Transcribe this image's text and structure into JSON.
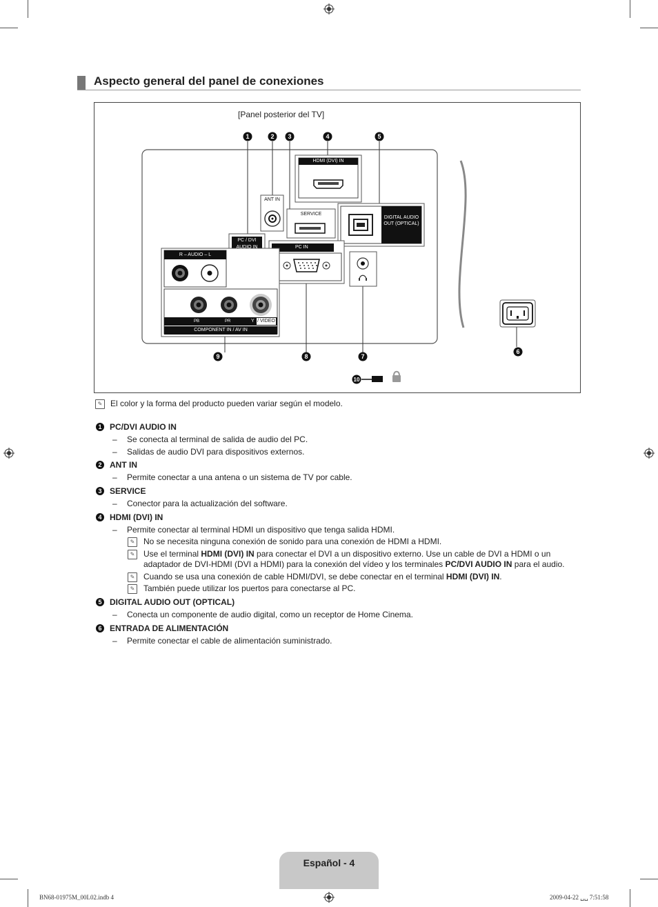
{
  "section_title": "Aspecto general del panel de conexiones",
  "diagram": {
    "caption": "[Panel posterior del TV]",
    "callouts": [
      "1",
      "2",
      "3",
      "4",
      "5",
      "6",
      "7",
      "8",
      "9",
      "10"
    ],
    "labels": {
      "hdmi": "HDMI (DVI)  IN",
      "ant": "ANT IN",
      "service": "SERVICE",
      "digital": "DIGITAL AUDIO OUT (OPTICAL)",
      "pcdvi_1": "PC / DVI",
      "pcdvi_2": "AUDIO IN",
      "pcin": "PC IN",
      "audio": "R – AUDIO – L",
      "component": "COMPONENT IN / AV IN",
      "pb": "PB",
      "pr": "PR",
      "y": "Y",
      "video": "/ VIDEO"
    }
  },
  "note_main": "El color y la forma del producto pueden variar según el modelo.",
  "items": [
    {
      "num": "1",
      "title": "PC/DVI AUDIO IN"
    },
    {
      "num": "2",
      "title": "ANT IN"
    },
    {
      "num": "3",
      "title": "SERVICE"
    },
    {
      "num": "4",
      "title": "HDMI (DVI) IN"
    },
    {
      "num": "5",
      "title": "DIGITAL AUDIO OUT (OPTICAL)"
    },
    {
      "num": "6",
      "title": "ENTRADA DE ALIMENTACIÓN"
    }
  ],
  "lines": {
    "i1_a": "Se conecta al terminal de salida de audio del PC.",
    "i1_b": "Salidas de audio DVI para dispositivos externos.",
    "i2_a": "Permite conectar a una antena o un sistema de TV por cable.",
    "i3_a": "Conector para la actualización del software.",
    "i4_a": "Permite conectar al terminal HDMI un dispositivo que tenga salida HDMI.",
    "i4_n1": "No se necesita ninguna conexión de sonido para una conexión de HDMI a HDMI.",
    "i4_n2_pre": "Use el terminal ",
    "i4_n2_b1": "HDMI (DVI) IN",
    "i4_n2_mid": " para conectar el DVI a un dispositivo externo. Use un cable de DVI a HDMI o un adaptador de DVI-HDMI (DVI a HDMI) para la conexión del vídeo y los terminales ",
    "i4_n2_b2": "PC/DVI AUDIO IN",
    "i4_n2_post": " para el audio.",
    "i4_n3_pre": "Cuando se usa una conexión de cable HDMI/DVI, se debe conectar en el terminal ",
    "i4_n3_b": "HDMI (DVI) IN",
    "i4_n3_post": ".",
    "i4_n4": "También puede utilizar los puertos para conectarse al PC.",
    "i5_a": "Conecta un componente de audio digital, como un receptor de Home Cinema.",
    "i6_a": "Permite conectar el cable de alimentación suministrado."
  },
  "dash": "–",
  "footer": "Español - 4",
  "print_left": "BN68-01975M_00L02.indb   4",
  "print_right": "2009-04-22   ␣␣ 7:51:58"
}
